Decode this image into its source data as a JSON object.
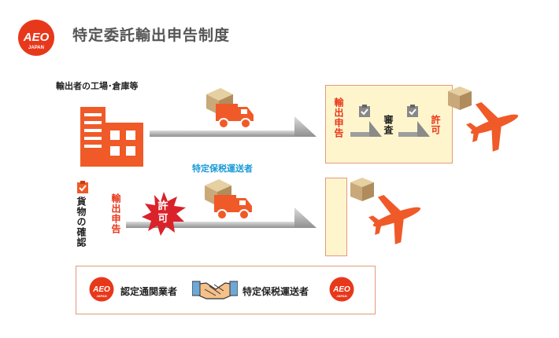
{
  "header": {
    "logo_text": "AEO",
    "logo_sub": "JAPAN",
    "title": "特定委託輸出申告制度"
  },
  "flow_top": {
    "origin_label": "輸出者の工場･倉庫等",
    "customs": {
      "declaration": "輸出申告",
      "review": "審査",
      "permit": "許可"
    }
  },
  "flow_bottom": {
    "carrier_label": "特定保税運送者",
    "cargo_check": "貨物の確認",
    "declaration": "輸出申告",
    "permit_badge": "許可"
  },
  "partners": {
    "left": "認定通関業者",
    "right": "特定保税運送者",
    "logo_text": "AEO",
    "logo_sub": "JAPAN"
  },
  "colors": {
    "aeo_red": "#e8381b",
    "accent_orange": "#f05a28",
    "box_fill": "#fff5cc",
    "box_border": "#e39a7a",
    "carrier_blue": "#1a9ad6",
    "road_gray": "#9e9e9e"
  }
}
